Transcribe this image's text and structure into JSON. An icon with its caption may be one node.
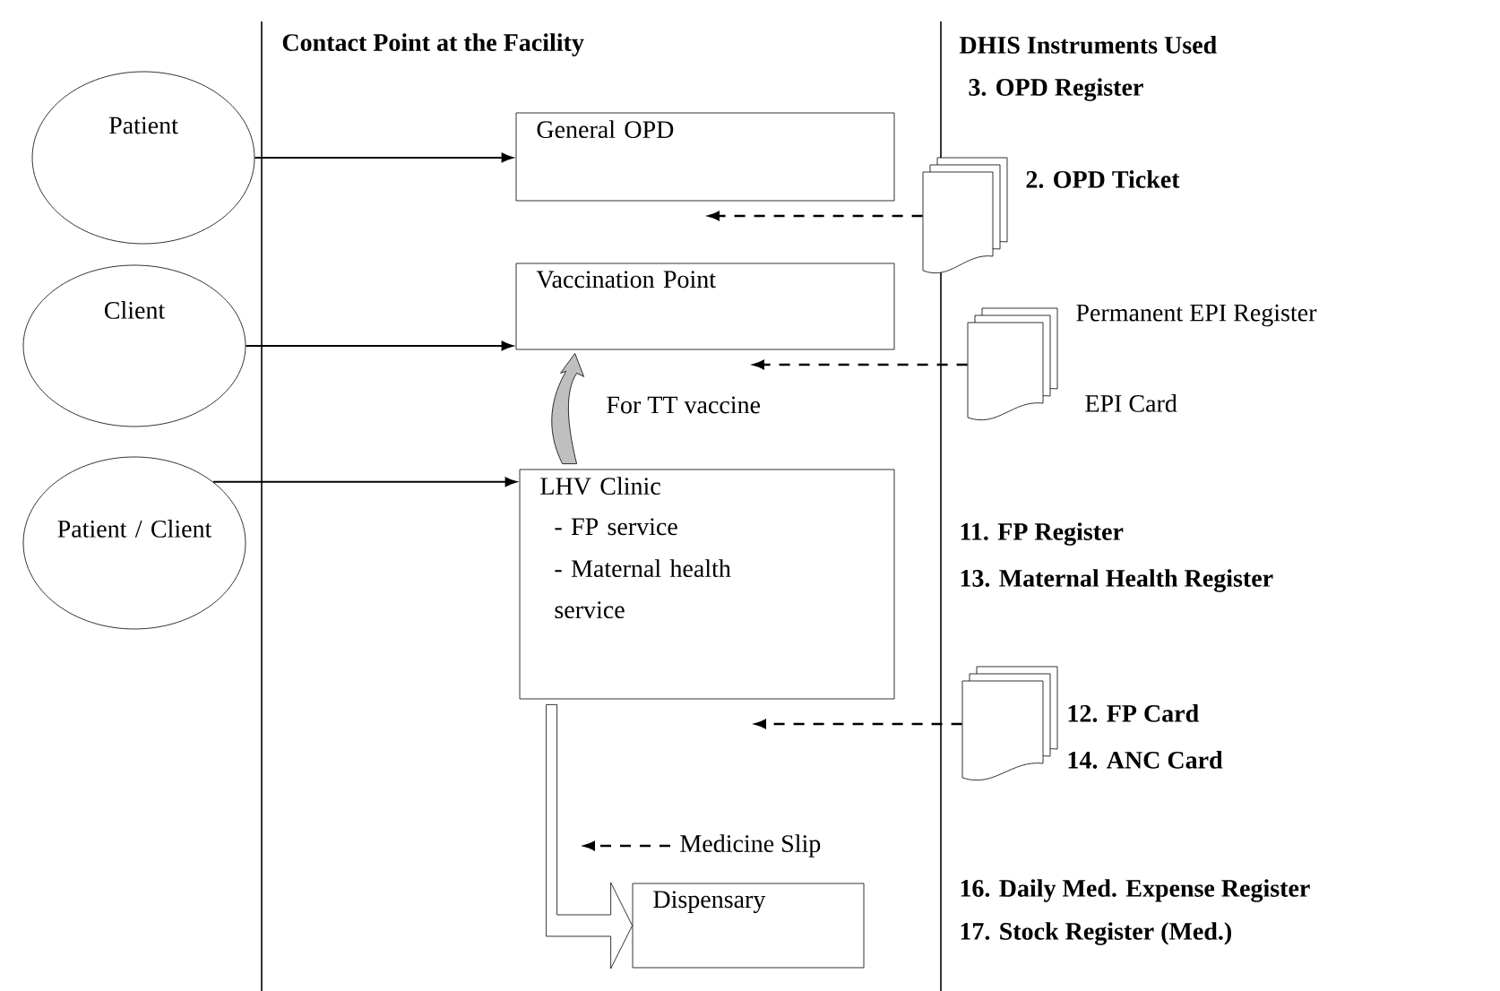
{
  "diagram": {
    "nodes": [
      {
        "text": [
          "Patient"
        ]
      },
      {
        "text": [
          "Client"
        ]
      },
      {
        "text": [
          "Patient / Client"
        ]
      },
      {
        "text": [
          "General OPD"
        ]
      },
      {
        "text": [
          "Vaccination Point"
        ]
      },
      {
        "text": [
          "LHV Clinic",
          "- FP service",
          "- Maternal health service"
        ]
      },
      {
        "text": [
          "Dispensary"
        ]
      },
      {
        "text": [],
        "shape": "document",
        "beside": [
          "2. OPD Ticket"
        ]
      },
      {
        "text": [],
        "shape": "document",
        "beside": [
          "Permanent EPI Register",
          "EPI Card"
        ]
      },
      {
        "text": [],
        "shape": "document",
        "beside": [
          "12. FP Card",
          "14. ANC Card"
        ]
      },
      {
        "text": [
          "Medicine Slip"
        ]
      }
    ],
    "edges": [
      {
        "from": 0,
        "to": 3,
        "arrow": "to"
      },
      {
        "from": 1,
        "to": 4,
        "arrow": "to"
      },
      {
        "from": 2,
        "to": 5,
        "arrow": "to"
      },
      {
        "from": 7,
        "to": 3,
        "arrow": "to",
        "style": "dashed"
      },
      {
        "from": 8,
        "to": 4,
        "arrow": "to",
        "style": "dashed"
      },
      {
        "from": 9,
        "to": 5,
        "arrow": "to",
        "style": "dashed"
      },
      {
        "from": 5,
        "to": 4,
        "arrow": "to",
        "style": "thick",
        "label": "For TT vaccine"
      },
      {
        "from": 5,
        "to": 6,
        "arrow": "to",
        "style": "thick"
      },
      {
        "from": 10,
        "to": null,
        "arrow": "to",
        "style": "dashed"
      }
    ],
    "labels": [
      "Contact Point at the Facility",
      "DHIS Instruments Used",
      "3. OPD Register",
      "11. FP Register",
      "13. Maternal Health Register",
      "16. Daily Med. Expense Register",
      "17. Stock Register (Med.)"
    ]
  }
}
